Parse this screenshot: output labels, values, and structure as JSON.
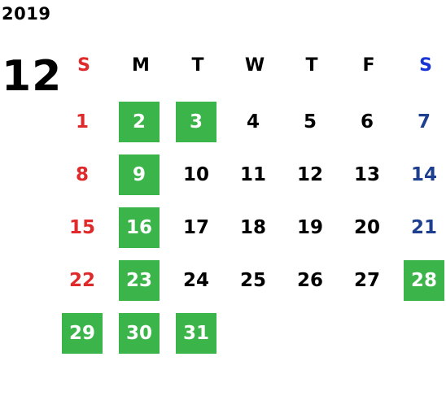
{
  "calendar": {
    "year": "2019",
    "month": "12",
    "weekdays": [
      {
        "label": "S",
        "color": "#e0292a"
      },
      {
        "label": "M",
        "color": "#000000"
      },
      {
        "label": "T",
        "color": "#000000"
      },
      {
        "label": "W",
        "color": "#000000"
      },
      {
        "label": "T",
        "color": "#000000"
      },
      {
        "label": "F",
        "color": "#000000"
      },
      {
        "label": "S",
        "color": "#1a35d6"
      }
    ],
    "highlight_color": "#3bb54a",
    "weeks": [
      [
        {
          "day": "1",
          "highlighted": false
        },
        {
          "day": "2",
          "highlighted": true
        },
        {
          "day": "3",
          "highlighted": true
        },
        {
          "day": "4",
          "highlighted": false
        },
        {
          "day": "5",
          "highlighted": false
        },
        {
          "day": "6",
          "highlighted": false
        },
        {
          "day": "7",
          "highlighted": false
        }
      ],
      [
        {
          "day": "8",
          "highlighted": false
        },
        {
          "day": "9",
          "highlighted": true
        },
        {
          "day": "10",
          "highlighted": false
        },
        {
          "day": "11",
          "highlighted": false
        },
        {
          "day": "12",
          "highlighted": false
        },
        {
          "day": "13",
          "highlighted": false
        },
        {
          "day": "14",
          "highlighted": false
        }
      ],
      [
        {
          "day": "15",
          "highlighted": false
        },
        {
          "day": "16",
          "highlighted": true
        },
        {
          "day": "17",
          "highlighted": false
        },
        {
          "day": "18",
          "highlighted": false
        },
        {
          "day": "19",
          "highlighted": false
        },
        {
          "day": "20",
          "highlighted": false
        },
        {
          "day": "21",
          "highlighted": false
        }
      ],
      [
        {
          "day": "22",
          "highlighted": false
        },
        {
          "day": "23",
          "highlighted": true
        },
        {
          "day": "24",
          "highlighted": false
        },
        {
          "day": "25",
          "highlighted": false
        },
        {
          "day": "26",
          "highlighted": false
        },
        {
          "day": "27",
          "highlighted": false
        },
        {
          "day": "28",
          "highlighted": true
        }
      ],
      [
        {
          "day": "29",
          "highlighted": true
        },
        {
          "day": "30",
          "highlighted": true
        },
        {
          "day": "31",
          "highlighted": true
        }
      ]
    ],
    "sunday_color": "#e0292a",
    "saturday_color": "#1e3f8f"
  }
}
